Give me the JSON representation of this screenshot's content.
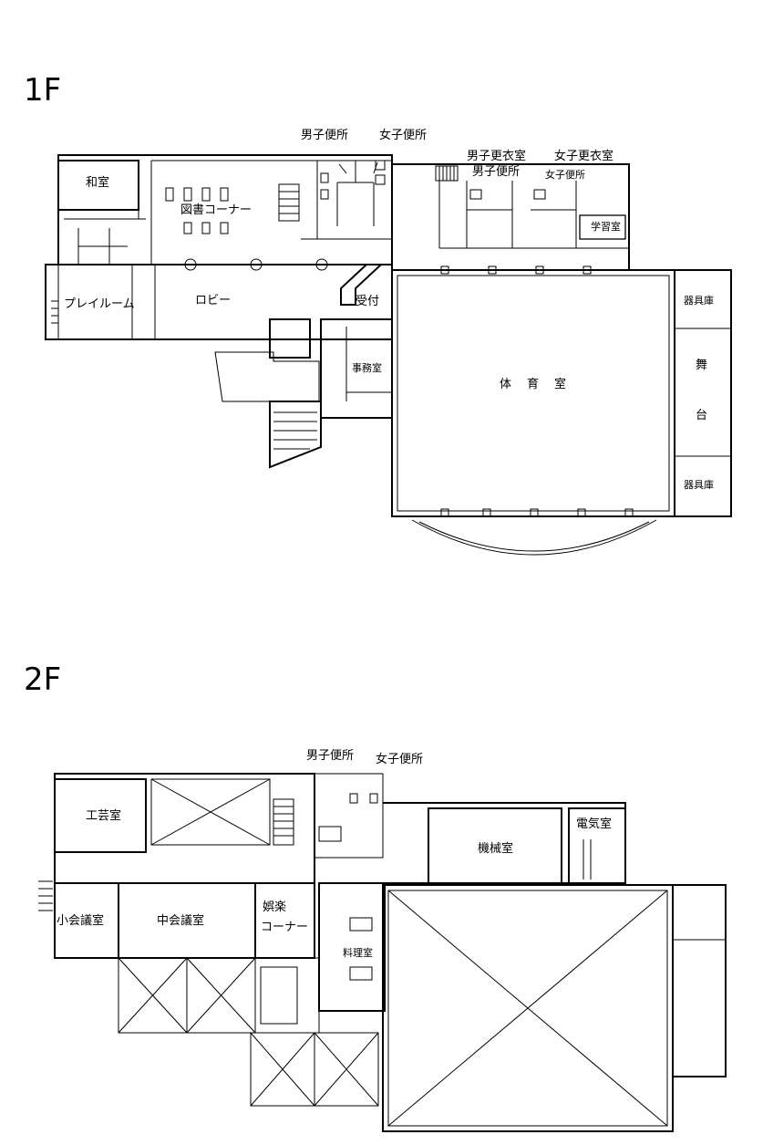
{
  "floor1": {
    "title": "1F",
    "rooms": {
      "washitsu": "和室",
      "library": "図書コーナー",
      "mens_toilet": "男子便所",
      "womens_toilet": "女子便所",
      "mens_locker": "男子更衣室",
      "womens_locker": "女子更衣室",
      "mens_toilet_2": "男子便所",
      "womens_toilet_2": "女子便所",
      "study_room": "学習室",
      "playroom": "プレイルーム",
      "lobby": "ロビー",
      "reception": "受付",
      "office": "事務室",
      "gym_1": "体",
      "gym_2": "育",
      "gym_3": "室",
      "storage_top": "器具庫",
      "stage_1": "舞",
      "stage_2": "台",
      "storage_bottom": "器具庫"
    }
  },
  "floor2": {
    "title": "2F",
    "rooms": {
      "mens_toilet": "男子便所",
      "womens_toilet": "女子便所",
      "crafts": "工芸室",
      "machine": "機械室",
      "electric": "電気室",
      "small_meeting": "小会議室",
      "medium_meeting": "中会議室",
      "rec_1": "娯楽",
      "rec_2": "コーナー",
      "cooking": "料理室"
    }
  }
}
